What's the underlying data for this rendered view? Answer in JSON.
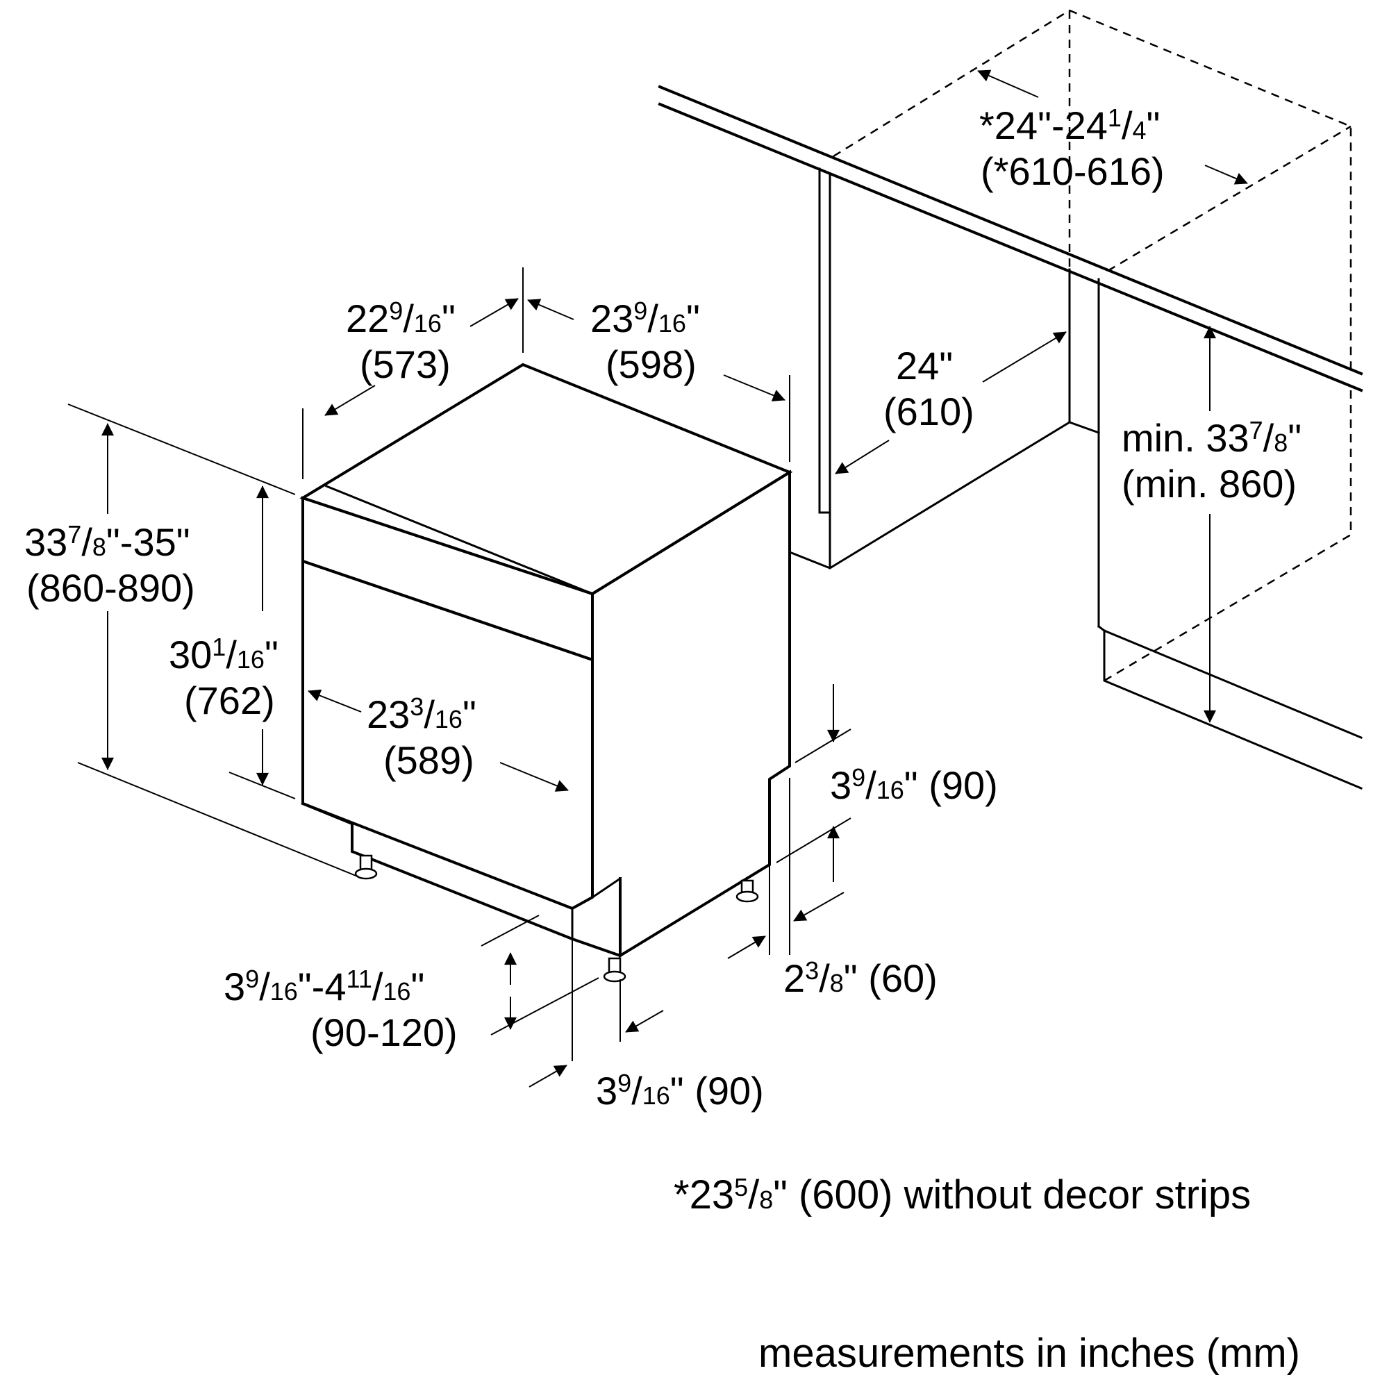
{
  "diagram": {
    "dimensions": {
      "depth_left": {
        "whole": "22",
        "num": "9",
        "den": "16",
        "unit": "\"",
        "mm": "(573)"
      },
      "width_top": {
        "whole": "23",
        "num": "9",
        "den": "16",
        "unit": "\"",
        "mm": "(598)"
      },
      "total_height": {
        "whole": "33",
        "num": "7",
        "den": "8",
        "tail": "\"-35\"",
        "mm": "(860-890)"
      },
      "body_height": {
        "whole": "30",
        "num": "1",
        "den": "16",
        "unit": "\"",
        "mm": "(762)"
      },
      "front_width": {
        "whole": "23",
        "num": "3",
        "den": "16",
        "unit": "\"",
        "mm": "(589)"
      },
      "cabinet_depth": {
        "inch": "24\"",
        "mm": "(610)"
      },
      "niche_width": {
        "prefix": "*24\"-24",
        "num": "1",
        "den": "4",
        "unit": "\"",
        "mm": "(*610-616)"
      },
      "min_height": {
        "prefix": "min. 33",
        "num": "7",
        "den": "8",
        "unit": "\"",
        "mm": "(min. 860)"
      },
      "toe_side": {
        "whole": "3",
        "num": "9",
        "den": "16",
        "unit": "\" (90)"
      },
      "toe_recess": {
        "whole": "2",
        "num": "3",
        "den": "8",
        "unit": "\" (60)"
      },
      "foot_height": {
        "whole": "3",
        "num": "9",
        "den": "16",
        "mid": "\"-4",
        "num2": "11",
        "den2": "16",
        "unit": "\"",
        "mm": "(90-120)"
      },
      "toe_front": {
        "whole": "3",
        "num": "9",
        "den": "16",
        "unit": "\" (90)"
      }
    },
    "footnote": {
      "prefix": "*23",
      "num": "5",
      "den": "8",
      "rest": "\" (600) without decor strips"
    },
    "units_note": "measurements in inches (mm)"
  }
}
